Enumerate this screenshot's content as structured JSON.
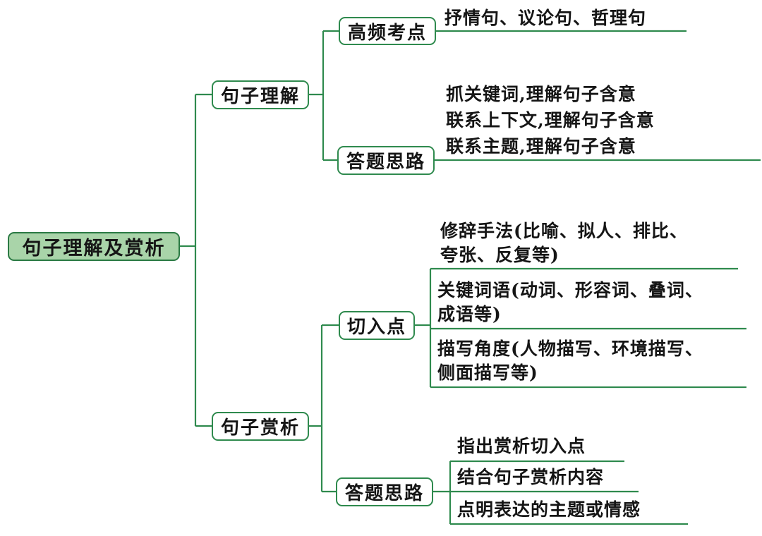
{
  "root": {
    "label": "句子理解及赏析"
  },
  "understanding": {
    "label": "句子理解",
    "frequent": {
      "label": "高频考点",
      "items": [
        "抒情句、议论句、哲理句"
      ]
    },
    "approach": {
      "label": "答题思路",
      "items": [
        "抓关键词,理解句子含意",
        "联系上下文,理解句子含意",
        "联系主题,理解句子含意"
      ]
    }
  },
  "appreciation": {
    "label": "句子赏析",
    "entry": {
      "label": "切入点",
      "items": [
        [
          "修辞手法(比喻、拟人、排比、",
          "夸张、反复等)"
        ],
        [
          "关键词语(动词、形容词、叠词、",
          "成语等)"
        ],
        [
          "描写角度(人物描写、环境描写、",
          "侧面描写等)"
        ]
      ]
    },
    "approach": {
      "label": "答题思路",
      "items": [
        "指出赏析切入点",
        "结合句子赏析内容",
        "点明表达的主题或情感"
      ]
    }
  },
  "colors": {
    "line": "#2f8a4e",
    "root_fill": "#a9d4a9",
    "node_border": "#2f8a4e"
  }
}
